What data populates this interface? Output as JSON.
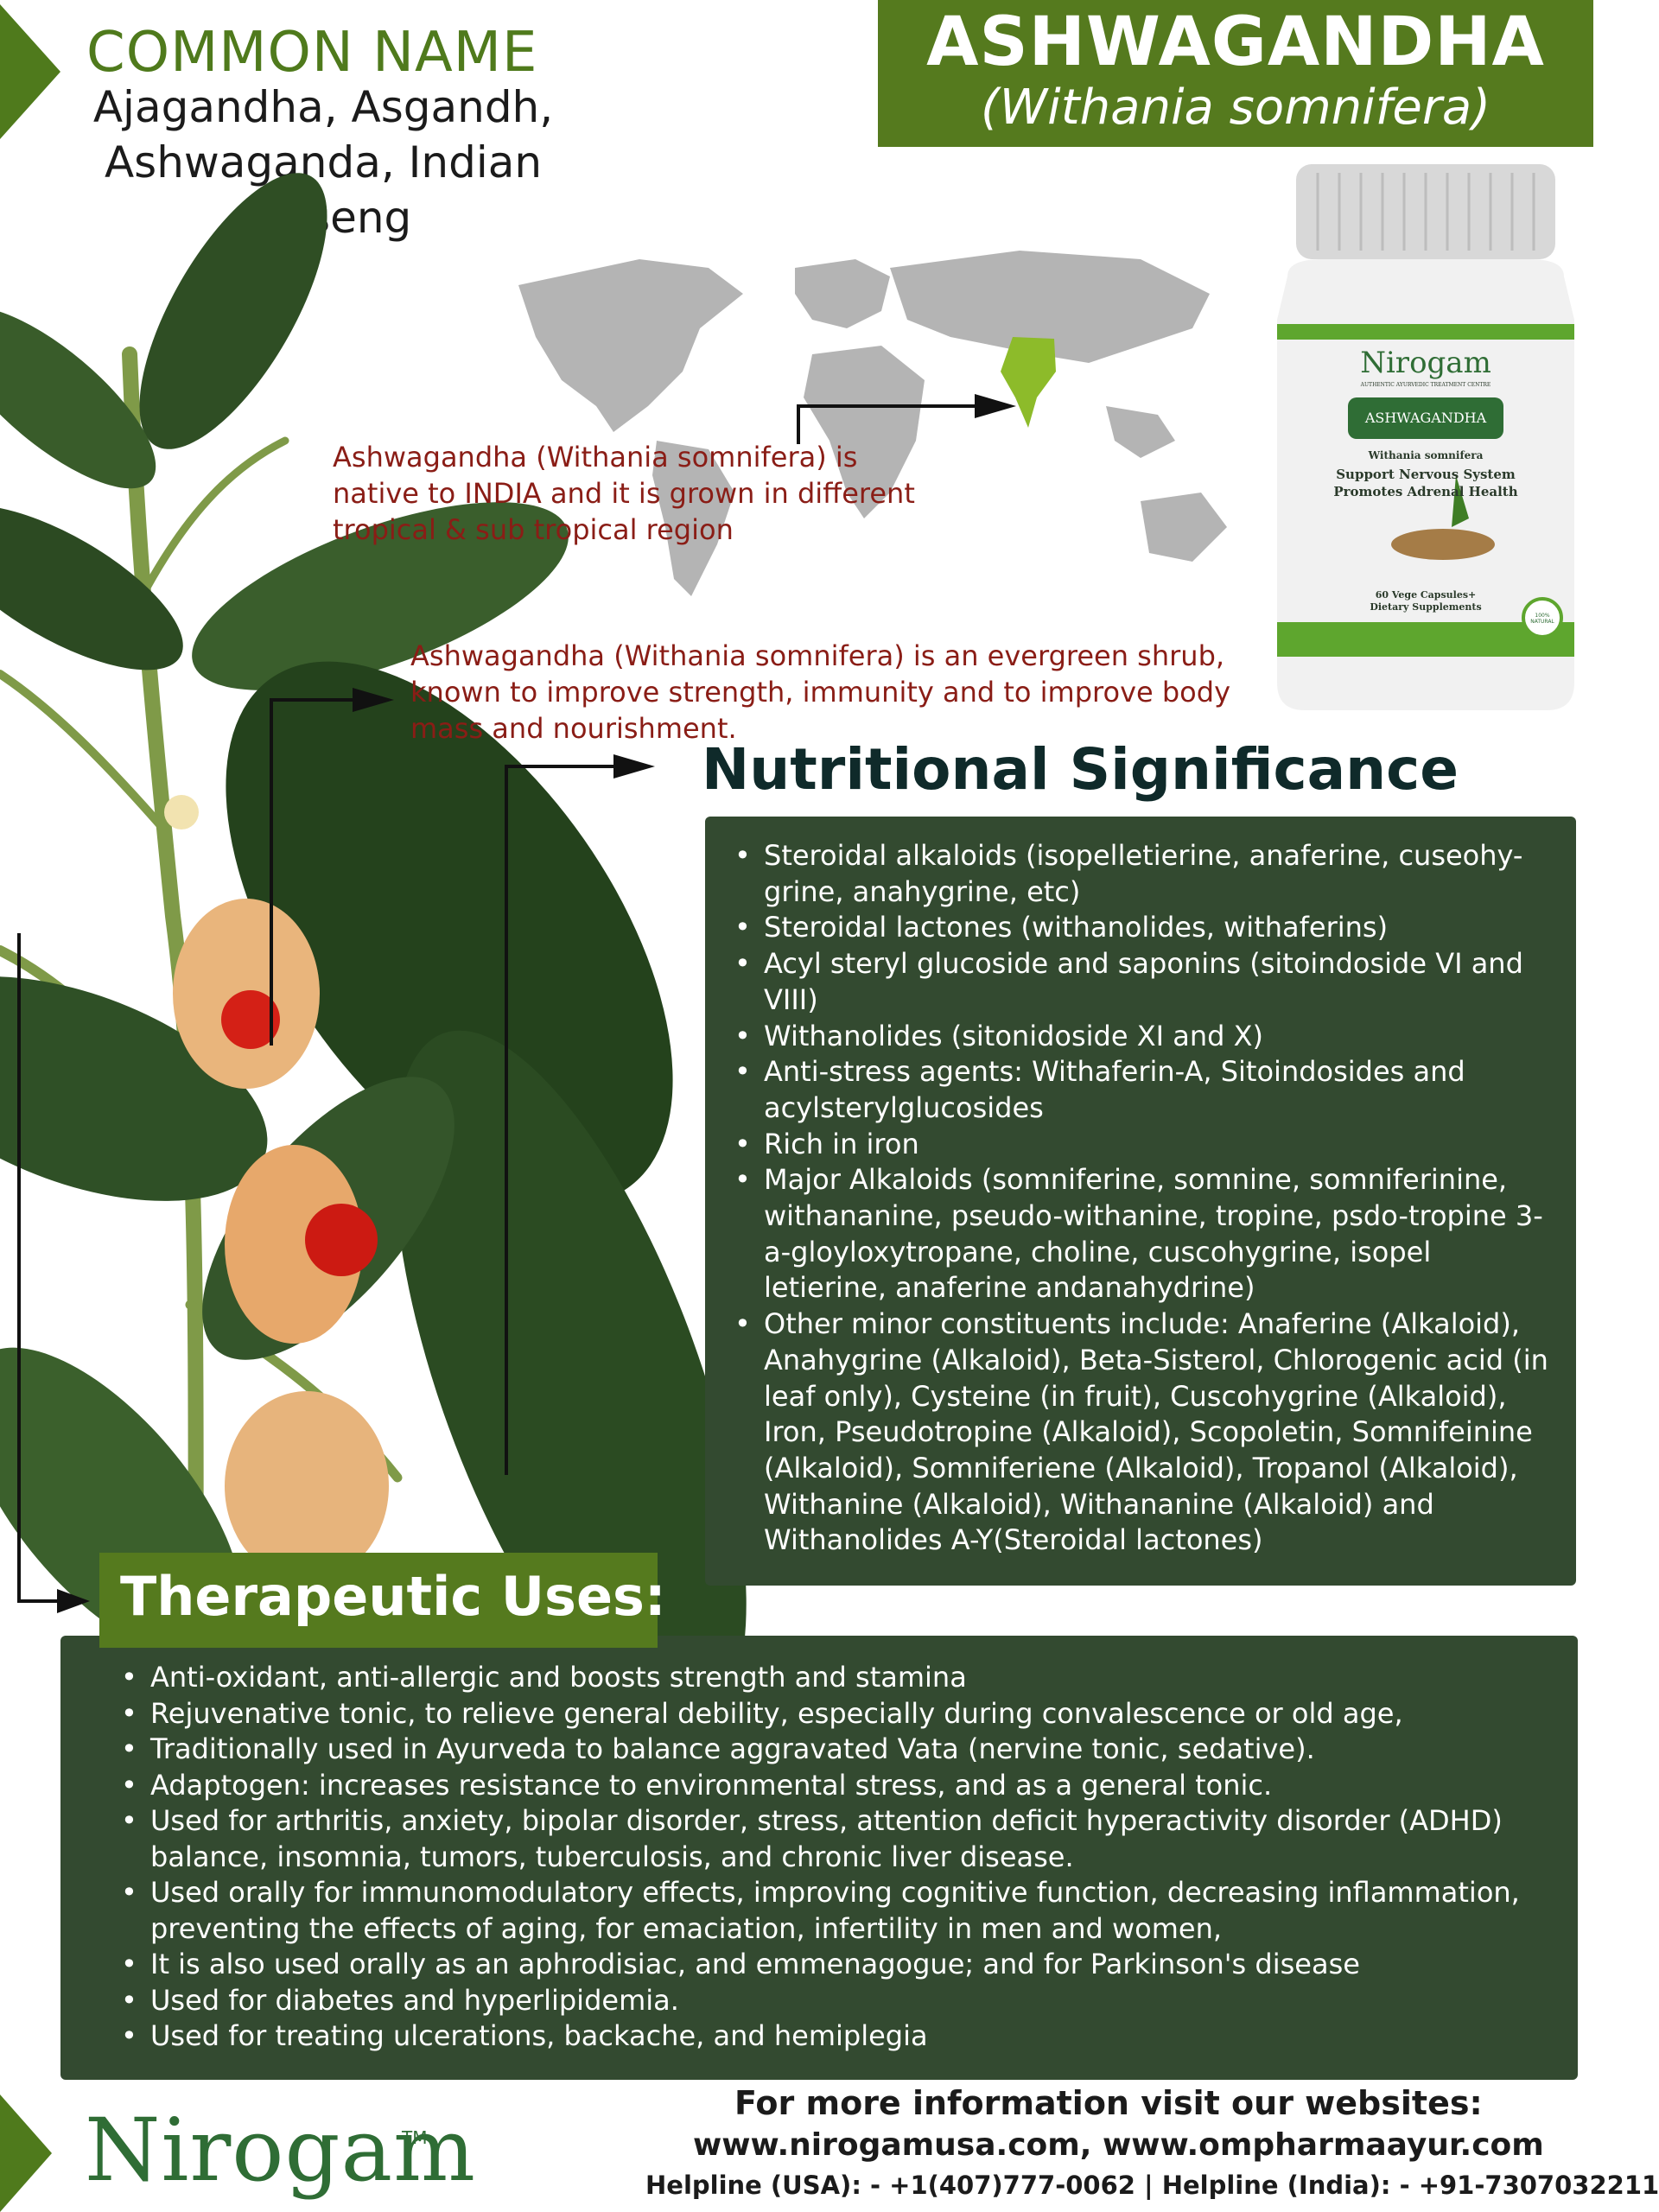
{
  "colors": {
    "accent_green": "#557a1e",
    "panel_green": "#334a30",
    "callout_red": "#8a1d16",
    "logo_green": "#2f6d35"
  },
  "header": {
    "common_name_title": "COMMON NAME",
    "common_names_line1": "Ajagandha, Asgandh,",
    "common_names_line2": "Ashwaganda, Indian Ginseng",
    "main_title": "ASHWAGANDHA",
    "scientific_name": "(Withania somnifera)"
  },
  "callouts": {
    "native": "Ashwagandha (Withania somnifera) is native to INDIA and it is grown in different tropical & sub tropical region",
    "shrub": "Ashwagandha (Withania somnifera) is an evergreen shrub, known to improve strength, immunity and to improve body mass and nourishment."
  },
  "bottle": {
    "brand": "Nirogam",
    "brand_tagline": "AUTHENTIC AYURVEDIC TREATMENT CENTRE",
    "label_name": "ASHWAGANDHA",
    "sci_name": "Withania somnifera",
    "claim1": "Support Nervous System",
    "claim2": "Promotes Adrenal Health",
    "count": "60 Vege Capsules+",
    "type": "Dietary Supplements",
    "seal": "100% NATURAL"
  },
  "nutritional": {
    "title": "Nutritional Significance",
    "items": [
      "Steroidal alkaloids (isopelletierine, anaferine, cuseohy-grine, anahygrine, etc)",
      "Steroidal lactones (withanolides, withaferins)",
      "Acyl steryl glucoside and saponins (sitoindoside VI and VIII)",
      "Withanolides (sitonidoside XI and X)",
      "Anti-stress agents: Withaferin-A, Sitoindosides and acylsterylglucosides",
      "Rich in iron",
      "Major Alkaloids (somniferine, somnine, somniferinine, withananine, pseudo-withanine, tropine, psdo-tropine 3-a-gloyloxytropane, choline, cuscohygrine, isopel letierine, anaferine andanahydrine)",
      "Other minor constituents include: Anaferine (Alkaloid), Anahygrine (Alkaloid), Beta-Sisterol, Chlorogenic acid (in leaf only), Cysteine (in fruit), Cuscohygrine (Alkaloid), Iron, Pseudotropine (Alkaloid), Scopoletin, Somnifeinine (Alkaloid), Somniferiene (Alkaloid), Tropanol (Alkaloid), Withanine (Alkaloid), Withananine (Alkaloid) and Withanolides A-Y(Steroidal lactones)"
    ]
  },
  "therapeutic": {
    "title": "Therapeutic Uses:",
    "items": [
      "Anti-oxidant, anti-allergic and boosts strength and stamina",
      "Rejuvenative tonic, to relieve general debility, especially during convalescence or old age,",
      "Traditionally used in Ayurveda to balance aggravated Vata (nervine tonic, sedative).",
      "Adaptogen: increases resistance to environmental stress, and as a general tonic.",
      "Used for arthritis, anxiety, bipolar disorder, stress, attention deficit hyperactivity disorder (ADHD) balance, insomnia, tumors, tuberculosis, and chronic liver disease.",
      "Used orally for immunomodulatory effects, improving cognitive function, decreasing inflammation, preventing the effects of aging, for emaciation, infertility in men and women,",
      "It is also used orally as an aphrodisiac, and emmenagogue; and for Parkinson's disease",
      "Used for diabetes and hyperlipidemia.",
      "Used for treating ulcerations, backache, and hemiplegia"
    ]
  },
  "footer": {
    "logo": "Nirogam",
    "logo_tm": "TM",
    "heading": "For more information visit our websites:",
    "websites": "www.nirogamusa.com, www.ompharmaayur.com",
    "helpline": "Helpline (USA): -   +1(407)777-0062 | Helpline (India): -  +91-7307032211"
  }
}
